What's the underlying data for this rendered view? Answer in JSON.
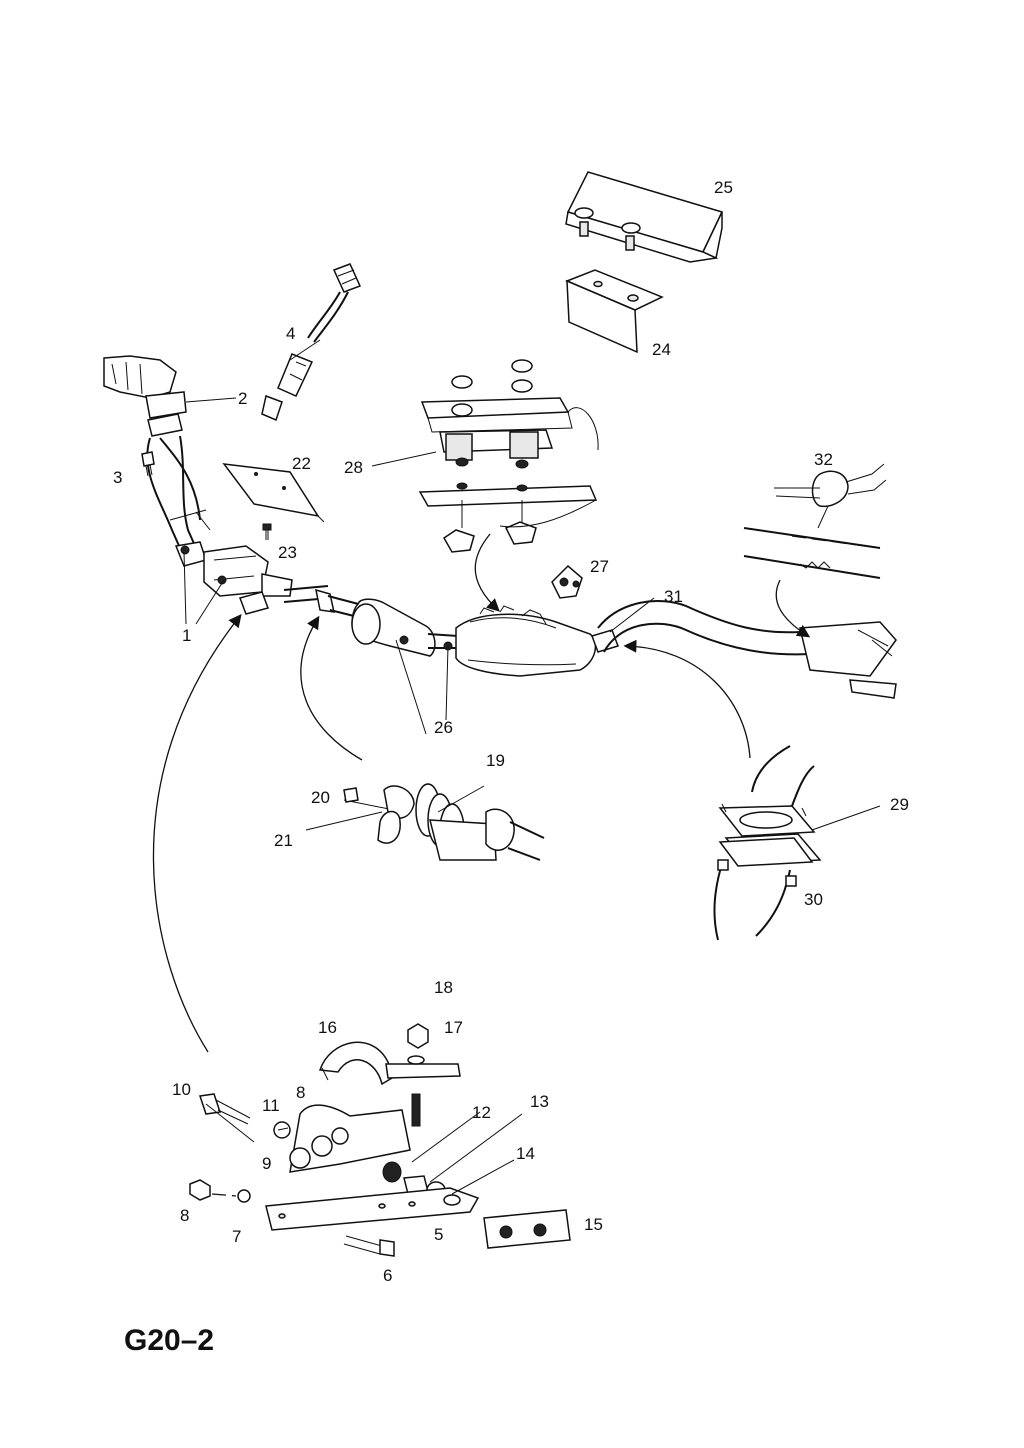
{
  "diagram": {
    "page_code": "G20–2",
    "callouts": [
      {
        "id": "c1",
        "text": "1"
      },
      {
        "id": "c2",
        "text": "2"
      },
      {
        "id": "c3",
        "text": "3"
      },
      {
        "id": "c4",
        "text": "4"
      },
      {
        "id": "c5",
        "text": "5"
      },
      {
        "id": "c6",
        "text": "6"
      },
      {
        "id": "c7",
        "text": "7"
      },
      {
        "id": "c8a",
        "text": "8"
      },
      {
        "id": "c8b",
        "text": "8"
      },
      {
        "id": "c9",
        "text": "9"
      },
      {
        "id": "c10",
        "text": "10"
      },
      {
        "id": "c11",
        "text": "11"
      },
      {
        "id": "c12",
        "text": "12"
      },
      {
        "id": "c13",
        "text": "13"
      },
      {
        "id": "c14",
        "text": "14"
      },
      {
        "id": "c15",
        "text": "15"
      },
      {
        "id": "c16",
        "text": "16"
      },
      {
        "id": "c17",
        "text": "17"
      },
      {
        "id": "c18",
        "text": "18"
      },
      {
        "id": "c19",
        "text": "19"
      },
      {
        "id": "c20",
        "text": "20"
      },
      {
        "id": "c21",
        "text": "21"
      },
      {
        "id": "c22",
        "text": "22"
      },
      {
        "id": "c23",
        "text": "23"
      },
      {
        "id": "c24",
        "text": "24"
      },
      {
        "id": "c25",
        "text": "25"
      },
      {
        "id": "c26",
        "text": "26"
      },
      {
        "id": "c27",
        "text": "27"
      },
      {
        "id": "c28",
        "text": "28"
      },
      {
        "id": "c29",
        "text": "29"
      },
      {
        "id": "c30",
        "text": "30"
      },
      {
        "id": "c31",
        "text": "31"
      },
      {
        "id": "c32",
        "text": "32"
      }
    ]
  }
}
